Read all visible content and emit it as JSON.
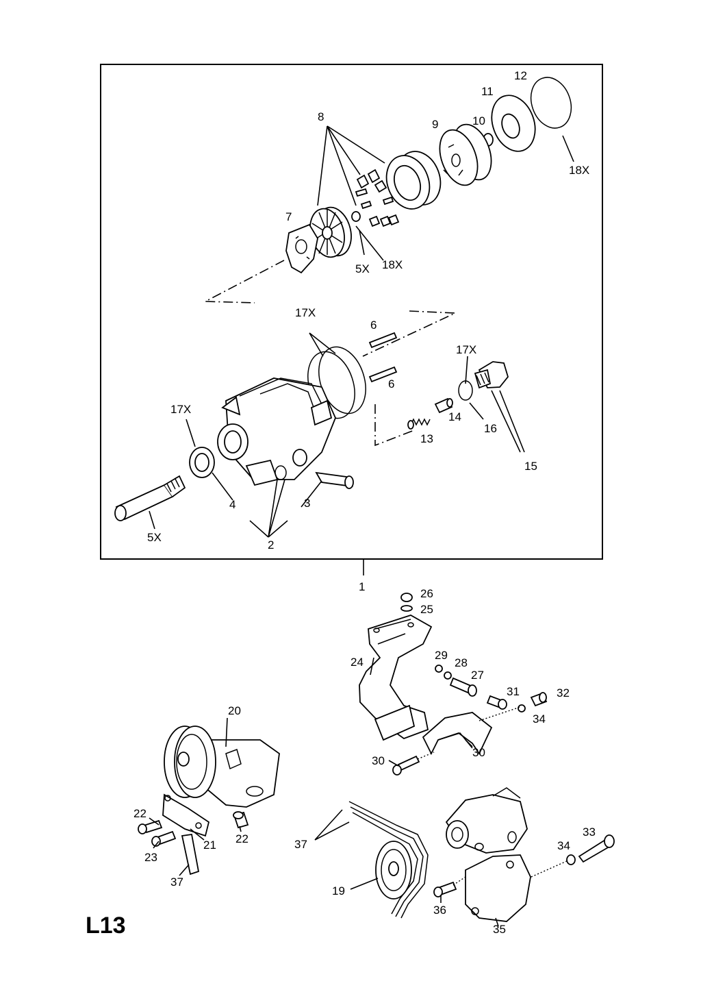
{
  "page_code": "L13",
  "callouts": {
    "c1": "1",
    "c2": "2",
    "c3": "3",
    "c4": "4",
    "c5x_top": "5X",
    "c5x_bottom": "5X",
    "c6a": "6",
    "c6b": "6",
    "c7": "7",
    "c8": "8",
    "c9": "9",
    "c10": "10",
    "c11": "11",
    "c12": "12",
    "c13": "13",
    "c14": "14",
    "c15": "15",
    "c16": "16",
    "c17x_a": "17X",
    "c17x_b": "17X",
    "c17x_c": "17X",
    "c18x_a": "18X",
    "c18x_b": "18X",
    "c19": "19",
    "c20": "20",
    "c21": "21",
    "c22a": "22",
    "c22b": "22",
    "c23": "23",
    "c24": "24",
    "c25": "25",
    "c26": "26",
    "c27": "27",
    "c28": "28",
    "c29": "29",
    "c30a": "30",
    "c30b": "30",
    "c31": "31",
    "c32": "32",
    "c33": "33",
    "c34a": "34",
    "c34b": "34",
    "c35": "35",
    "c36": "36",
    "c37a": "37",
    "c37b": "37"
  }
}
